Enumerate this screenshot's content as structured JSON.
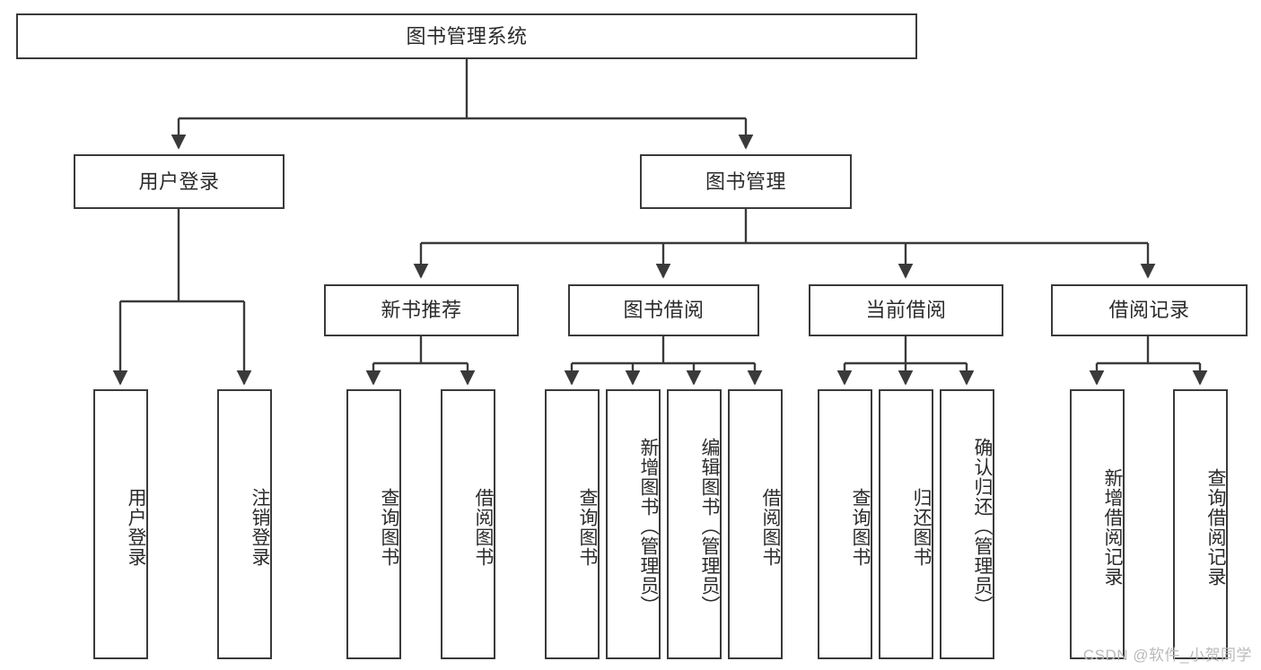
{
  "diagram": {
    "type": "tree-hierarchy",
    "title": "图书管理系统",
    "watermark": "CSDN @软件_小贺同学",
    "colors": {
      "stroke": "#3a3a3a",
      "fill": "#ffffff",
      "text": "#2b2b2b",
      "watermark": "#b9b9b9"
    },
    "levels": {
      "root": {
        "label": "图书管理系统"
      },
      "level1": [
        {
          "label": "用户登录"
        },
        {
          "label": "图书管理"
        }
      ],
      "level2": [
        {
          "label": "新书推荐"
        },
        {
          "label": "图书借阅"
        },
        {
          "label": "当前借阅"
        },
        {
          "label": "借阅记录"
        }
      ],
      "leaves": {
        "user_login": [
          {
            "label": "用户登录"
          },
          {
            "label": "注销登录"
          }
        ],
        "new_book_recommend": [
          {
            "label": "查询图书"
          },
          {
            "label": "借阅图书"
          }
        ],
        "book_borrow": [
          {
            "label": "查询图书"
          },
          {
            "label": "新增图书（管理员）"
          },
          {
            "label": "编辑图书（管理员）"
          },
          {
            "label": "借阅图书"
          }
        ],
        "current_borrow": [
          {
            "label": "查询图书"
          },
          {
            "label": "归还图书"
          },
          {
            "label": "确认归还（管理员）"
          }
        ],
        "borrow_record": [
          {
            "label": "新增借阅记录"
          },
          {
            "label": "查询借阅记录"
          }
        ]
      }
    }
  }
}
